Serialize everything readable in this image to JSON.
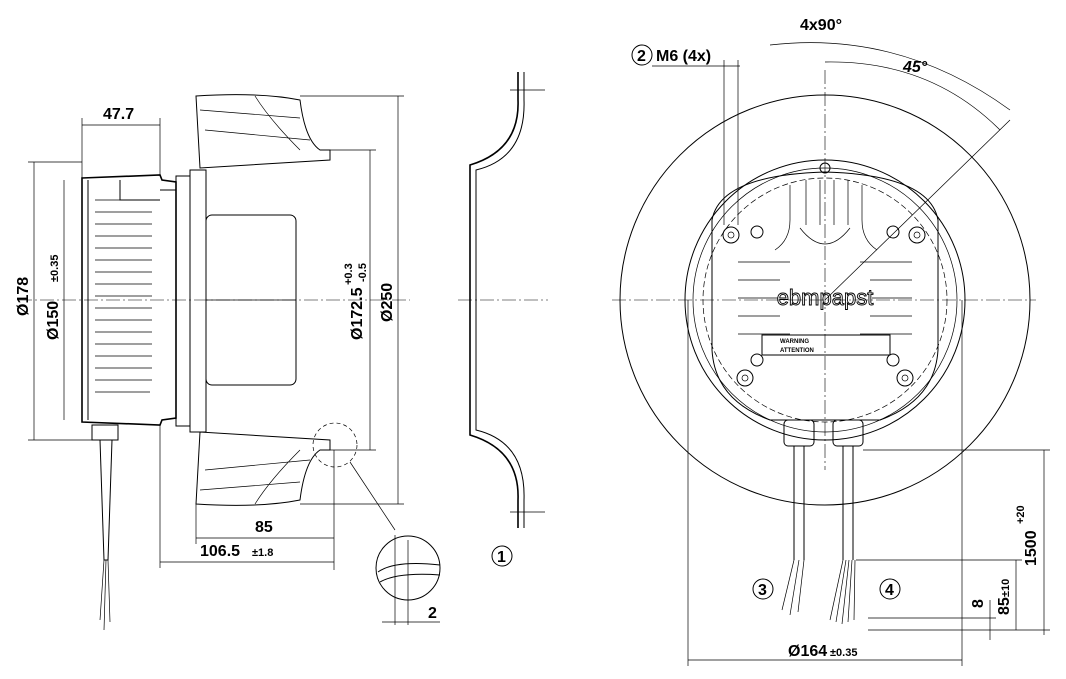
{
  "side_view": {
    "dim_motor_depth": "47.7",
    "dim_178": "Ø178",
    "dim_150": "Ø150",
    "tol_150": "±0.35",
    "dim_172": "Ø172.5",
    "tol_172_upper": "+0.3",
    "tol_172_lower": "-0.5",
    "dim_250": "Ø250",
    "dim_85": "85",
    "dim_1065": "106.5",
    "tol_1065": "±1.8",
    "detail_gap": "2",
    "nozzle_callout": "1"
  },
  "front_view": {
    "angle_total": "4x90°",
    "angle_45": "45°",
    "callout_2": "2",
    "screw_label": "M6 (4x)",
    "brand": "ebmpapst",
    "callout_3": "3",
    "callout_4": "4",
    "dim_1500": "1500",
    "tol_1500": "+20",
    "dim_85_lead": "85",
    "tol_85_lead": "±10",
    "dim_8": "8",
    "dim_164": "Ø164",
    "tol_164": "±0.35",
    "warning_1": "WARNING",
    "warning_2": "ATTENTION"
  },
  "colors": {
    "line": "#000000",
    "background": "#ffffff"
  }
}
